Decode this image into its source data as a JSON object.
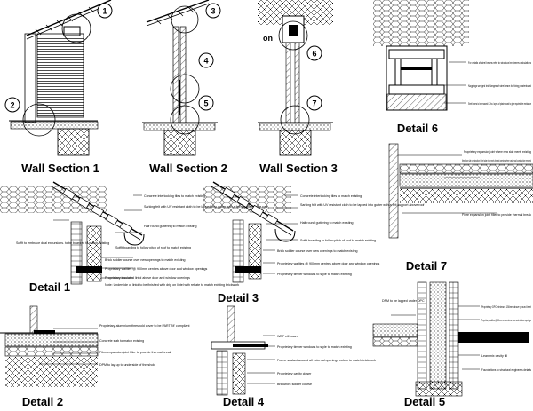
{
  "sheet": {
    "callouts": [
      "1",
      "2",
      "3",
      "4",
      "5",
      "6",
      "7"
    ],
    "stray_text": "on",
    "titles": {
      "ws1": "Wall Section 1",
      "ws2": "Wall Section 2",
      "ws3": "Wall Section 3",
      "d1": "Detail 1",
      "d2": "Detail 2",
      "d3": "Detail 3",
      "d4": "Detail 4",
      "d5": "Detail 5",
      "d6": "Detail 6",
      "d7": "Detail 7"
    }
  },
  "notes": {
    "d1": [
      "Concrete interlocking tiles to match existing",
      "Sarking felt with UV resistant cloth to be lapped into gutter with a felt support above roof",
      "Half round guttering to match existing",
      "Soffit to embrace dual excursions. to be boarded to match existing",
      "Soffit boarding to follow pitch of roof to match existing",
      "Brick soldier course over new openings to match existing",
      "Proprietary wallties @ 900mm centres above door and window openings",
      "Proprietary insulated lintol above door and window openings",
      "Note: Underside of lintol to be finished with drip on lintel with rebate to match existing brickwork"
    ],
    "d3": [
      "Concrete interlocking tiles to match existing",
      "Sarking felt with UV resistant cloth to be lapped into gutter with a felt support above roof",
      "Half round guttering to match existing",
      "Soffit boarding to follow pitch of roof to match existing",
      "Brick soldier course over new openings to match existing",
      "Proprietary wallties @ 900mm centres above door and window openings",
      "Proprietary timber windows to style to match existing"
    ],
    "d2": [
      "Proprietary aluminium threshold cover to be PART 'M' compliant",
      "Concrete slab to match existing",
      "Fibre expansion joint filler to provide thermal break",
      "DPM to lay up to underside of threshold"
    ],
    "d4": [
      "WDF cill board",
      "Proprietary timber windows to style to match existing",
      "Frame sealant around all external openings colour to match brickwork",
      "Proprietary cavity closer",
      "Brickwork soldier course"
    ],
    "d5": [
      "DPM to be lapped under DPC",
      "Proprietary DPC minimum 150mm above ground level",
      "Proprietary wallties @600mm centres above door and window openings",
      "Lean mix cavity fill",
      "Foundations to structural engineers details"
    ],
    "d6": [
      "For details of steel beams refer to structural engineers calculations",
      "Noggings wedged into flanges of steel beam for fixing plasterboard",
      "Steel beams to be encased in 2no. layers of plasterboard to give required fire resistance"
    ],
    "d7": [
      "Proprietary expansion joint where new slab meets existing",
      "New floor slab construction to be taken into newly formed opening where cavity wall construction removed",
      "Fibre expansion joint filler to provide thermal break"
    ]
  }
}
